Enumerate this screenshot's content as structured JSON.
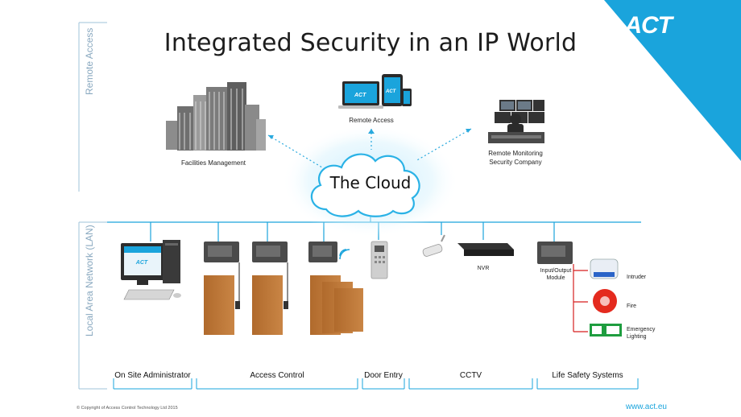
{
  "brand": {
    "logo_text": "ACT",
    "accent_color": "#1aa4dc"
  },
  "title": "Integrated Security in an IP World",
  "side_labels": {
    "remote": "Remote Access",
    "lan": "Local Area Network (LAN)"
  },
  "cloud": {
    "label": "The Cloud"
  },
  "remote_nodes": {
    "facilities": "Facilities Management",
    "remote_access": "Remote Access",
    "monitoring_line1": "Remote Monitoring",
    "monitoring_line2": "Security Company"
  },
  "devices": {
    "nvr": "NVR",
    "io_line1": "Input/Output",
    "io_line2": "Module",
    "intruder": "Intruder",
    "fire": "Fire",
    "emergency_line1": "Emergency",
    "emergency_line2": "Lighting",
    "screen_logo": "ACT"
  },
  "sections": [
    "On Site Administrator",
    "Access Control",
    "Door Entry",
    "CCTV",
    "Life Safety Systems"
  ],
  "footer": {
    "copyright": "© Copyright of Access Control Technology Ltd 2015",
    "url": "www.act.eu"
  }
}
